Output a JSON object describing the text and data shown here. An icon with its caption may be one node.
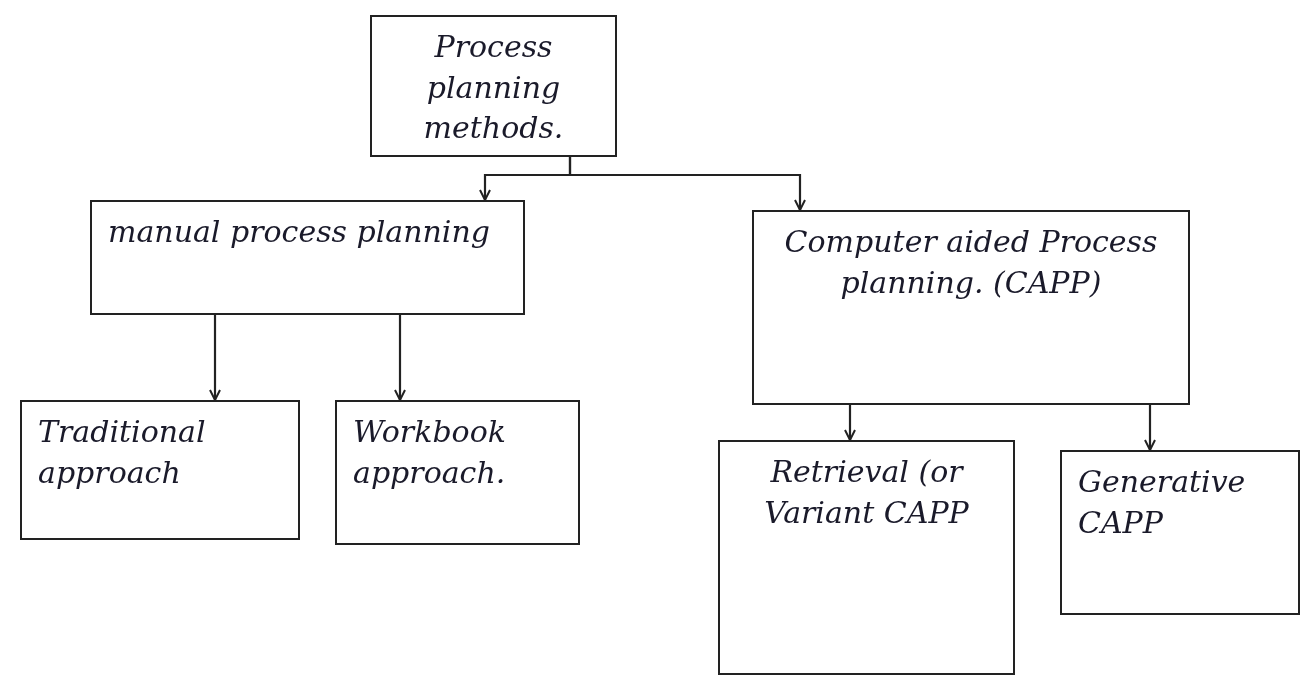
{
  "diagram": {
    "nodes": [
      {
        "text": [
          "Process planning methods."
        ]
      },
      {
        "text": [
          "manual process planning"
        ]
      },
      {
        "text": [
          "Computer aided Process planning. (CAPP)"
        ]
      },
      {
        "text": [
          "Traditional approach"
        ]
      },
      {
        "text": [
          "Workbook approach."
        ]
      },
      {
        "text": [
          "Retrieval (or Variant CAPP"
        ]
      },
      {
        "text": [
          "Generative CAPP"
        ]
      }
    ],
    "edges": [
      {
        "from": 0,
        "to": 1,
        "arrow": "to"
      },
      {
        "from": 0,
        "to": 2,
        "arrow": "to"
      },
      {
        "from": 1,
        "to": 3,
        "arrow": "to"
      },
      {
        "from": 1,
        "to": 4,
        "arrow": "to"
      },
      {
        "from": 2,
        "to": 5,
        "arrow": "to"
      },
      {
        "from": 2,
        "to": 6,
        "arrow": "to"
      }
    ]
  }
}
